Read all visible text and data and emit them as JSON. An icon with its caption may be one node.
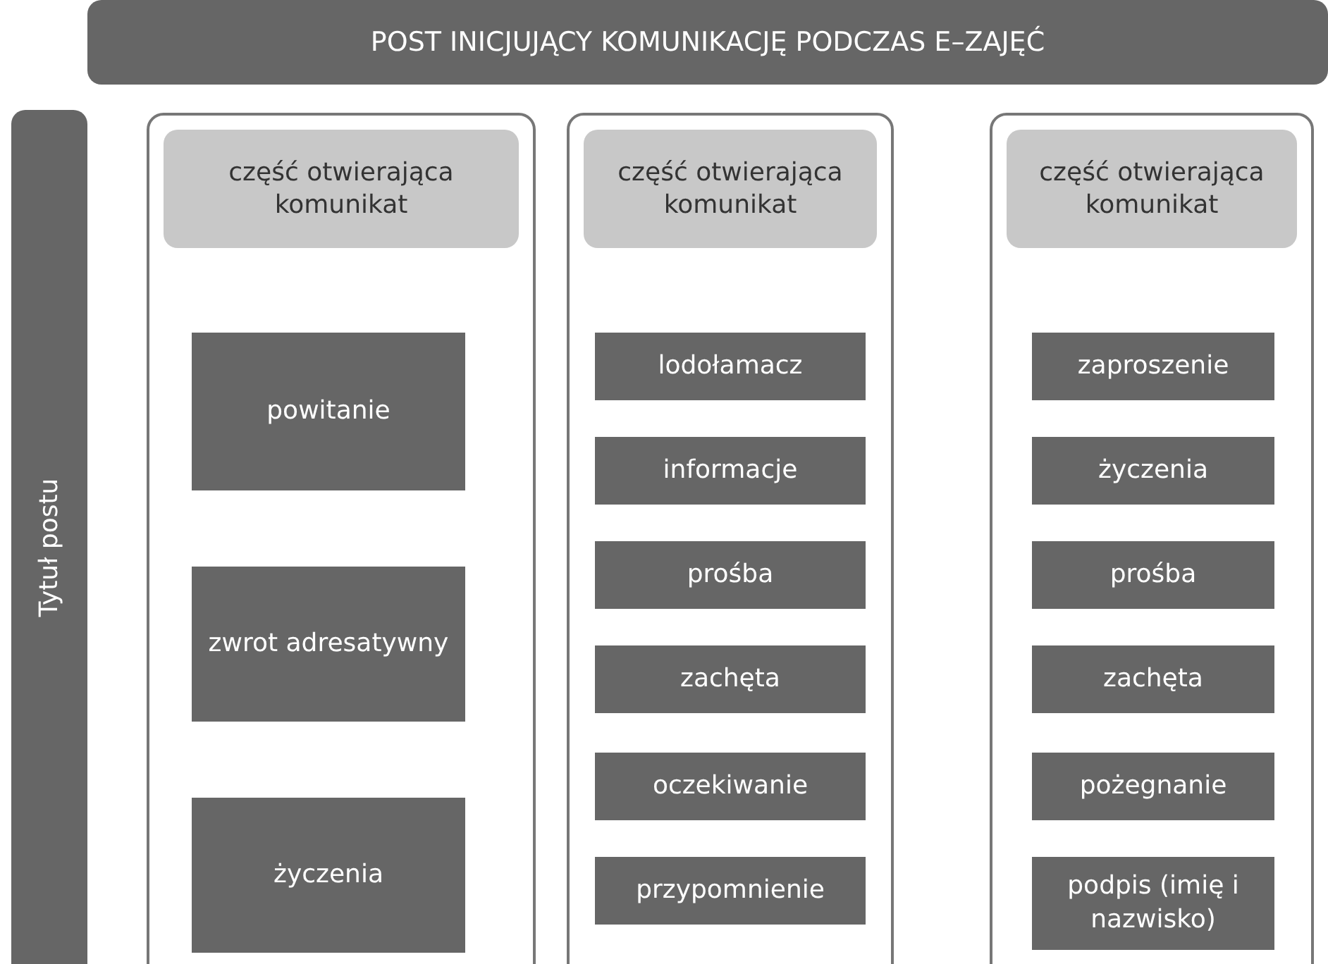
{
  "diagram": {
    "nodes": [
      {
        "text": [
          "POST INICJUJĄCY KOMUNIKACJĘ PODCZAS E–ZAJĘĆ"
        ]
      },
      {
        "text": [
          "Tytuł postu"
        ]
      },
      {
        "text": [],
        "shape": "box"
      },
      {
        "text": [
          "część otwierająca komunikat"
        ],
        "in": 2
      },
      {
        "text": [
          "powitanie"
        ],
        "in": 2
      },
      {
        "text": [
          "zwrot adresatywny"
        ],
        "in": 2
      },
      {
        "text": [
          "życzenia"
        ],
        "in": 2
      },
      {
        "text": [],
        "shape": "box"
      },
      {
        "text": [
          "część otwierająca komunikat"
        ],
        "in": 7
      },
      {
        "text": [
          "lodołamacz"
        ],
        "in": 7
      },
      {
        "text": [
          "informacje"
        ],
        "in": 7
      },
      {
        "text": [
          "prośba"
        ],
        "in": 7
      },
      {
        "text": [
          "zachęta"
        ],
        "in": 7
      },
      {
        "text": [
          "oczekiwanie"
        ],
        "in": 7
      },
      {
        "text": [
          "przypomnienie"
        ],
        "in": 7
      },
      {
        "text": [],
        "shape": "box"
      },
      {
        "text": [
          "część otwierająca komunikat"
        ],
        "in": 15
      },
      {
        "text": [
          "zaproszenie"
        ],
        "in": 15
      },
      {
        "text": [
          "życzenia"
        ],
        "in": 15
      },
      {
        "text": [
          "prośba"
        ],
        "in": 15
      },
      {
        "text": [
          "zachęta"
        ],
        "in": 15
      },
      {
        "text": [
          "pożegnanie"
        ],
        "in": 15
      },
      {
        "text": [
          "podpis (imię i nazwisko)"
        ],
        "in": 15
      }
    ],
    "edges": []
  }
}
